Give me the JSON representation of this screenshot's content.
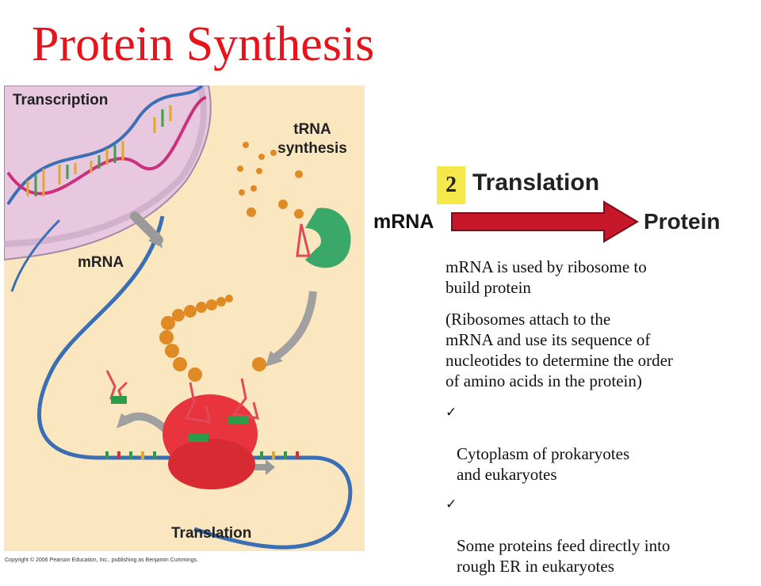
{
  "title": "Protein Synthesis",
  "figure": {
    "labels": {
      "transcription": "Transcription",
      "trna_synthesis": "tRNA\nsynthesis",
      "mrna": "mRNA",
      "translation": "Translation"
    },
    "copyright": "Copyright © 2006 Pearson Education, Inc., publishing as Benjamin Cummings."
  },
  "flow": {
    "step_number": "2",
    "step_name": "Translation",
    "input": "mRNA",
    "output": "Protein",
    "arrow_color": "#d11a2a",
    "badge_color": "#f6e84a"
  },
  "text": {
    "para1": "mRNA is used by ribosome to\nbuild protein",
    "para2": "(Ribosomes attach to the\nmRNA and use its sequence of\nnucleotides to determine the order\nof amino acids in the protein)",
    "bullets": [
      "Cytoplasm of prokaryotes\n  and eukaryotes",
      "Some proteins feed directly into\n  rough ER in eukaryotes"
    ],
    "check_icon": "✓"
  }
}
